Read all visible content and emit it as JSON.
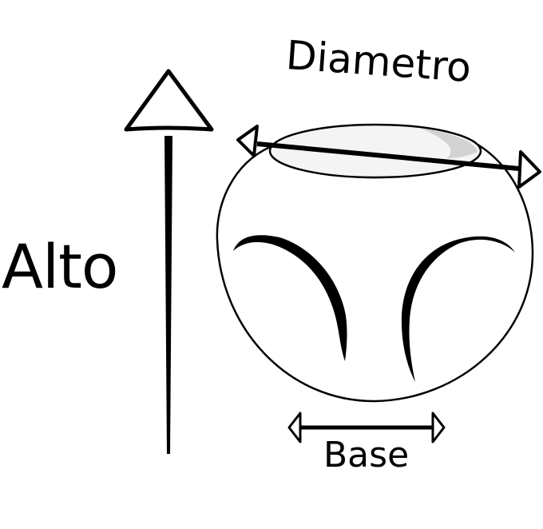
{
  "labels": {
    "height": "Alto",
    "diameter": "Diametro",
    "base": "Base"
  },
  "colors": {
    "ink": "#000000",
    "background": "#ffffff",
    "rim_fill": "#f4f4f4",
    "rim_highlight": "#d2d2d2"
  }
}
